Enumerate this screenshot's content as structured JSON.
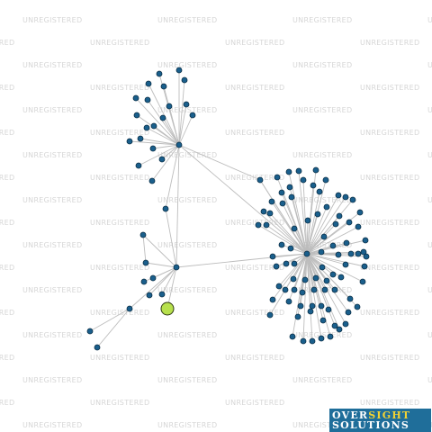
{
  "watermark": {
    "text": "UNREGISTERED"
  },
  "logo": {
    "line1_part1": "OVER",
    "line1_part2": "SIGHT",
    "line2": "SOLUTIONS"
  },
  "graph": {
    "edge_color": "#bdbdbd",
    "node_fill": "#1a5f8c",
    "node_stroke": "#0b2f47",
    "highlight_fill": "#b7e04d",
    "highlight_stroke": "#2f3b12"
  }
}
